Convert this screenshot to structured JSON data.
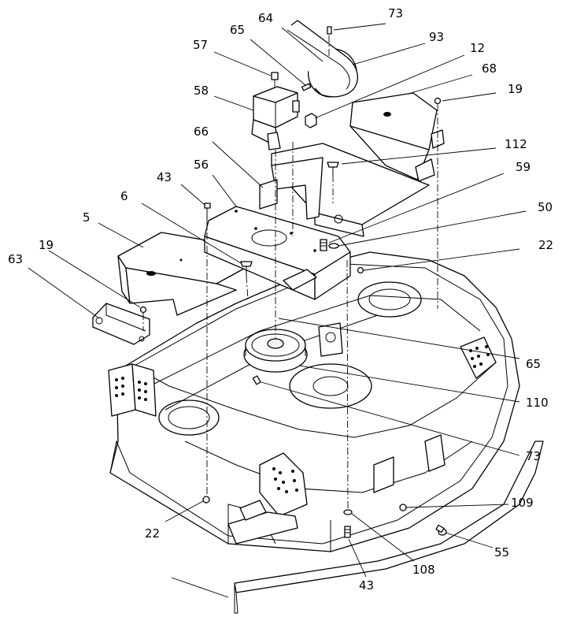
{
  "callouts": [
    {
      "id": "73",
      "label": "73"
    },
    {
      "id": "64",
      "label": "64"
    },
    {
      "id": "65",
      "label": "65"
    },
    {
      "id": "93",
      "label": "93"
    },
    {
      "id": "12",
      "label": "12"
    },
    {
      "id": "57",
      "label": "57"
    },
    {
      "id": "68",
      "label": "68"
    },
    {
      "id": "19",
      "label": "19"
    },
    {
      "id": "58",
      "label": "58"
    },
    {
      "id": "112",
      "label": "112"
    },
    {
      "id": "66",
      "label": "66"
    },
    {
      "id": "56",
      "label": "56"
    },
    {
      "id": "59",
      "label": "59"
    },
    {
      "id": "43",
      "label": "43"
    },
    {
      "id": "6",
      "label": "6"
    },
    {
      "id": "50",
      "label": "50"
    },
    {
      "id": "5",
      "label": "5"
    },
    {
      "id": "22",
      "label": "22"
    },
    {
      "id": "63",
      "label": "63"
    },
    {
      "id": "110",
      "label": "110"
    },
    {
      "id": "109",
      "label": "109"
    },
    {
      "id": "55",
      "label": "55"
    },
    {
      "id": "108",
      "label": "108"
    }
  ]
}
